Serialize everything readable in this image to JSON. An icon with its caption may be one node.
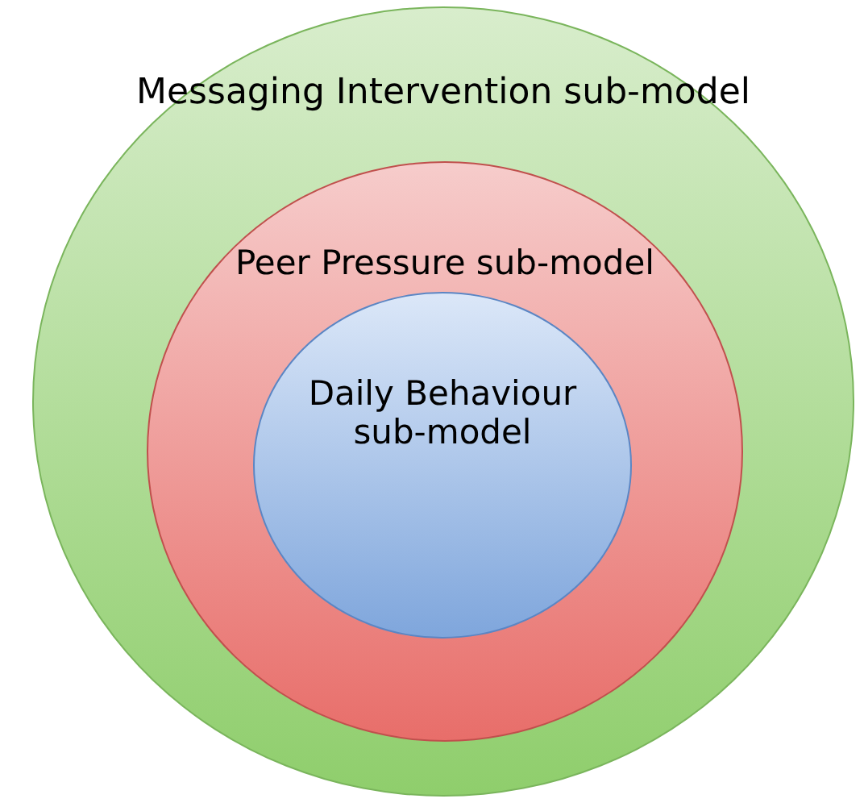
{
  "diagram": {
    "nodes": [
      {
        "text": [
          "Messaging Intervention sub-model"
        ]
      },
      {
        "text": [
          "Peer Pressure sub-model"
        ],
        "in": 0
      },
      {
        "text": [
          "Daily Behaviour sub-model"
        ],
        "in": 1
      }
    ],
    "edges": []
  }
}
